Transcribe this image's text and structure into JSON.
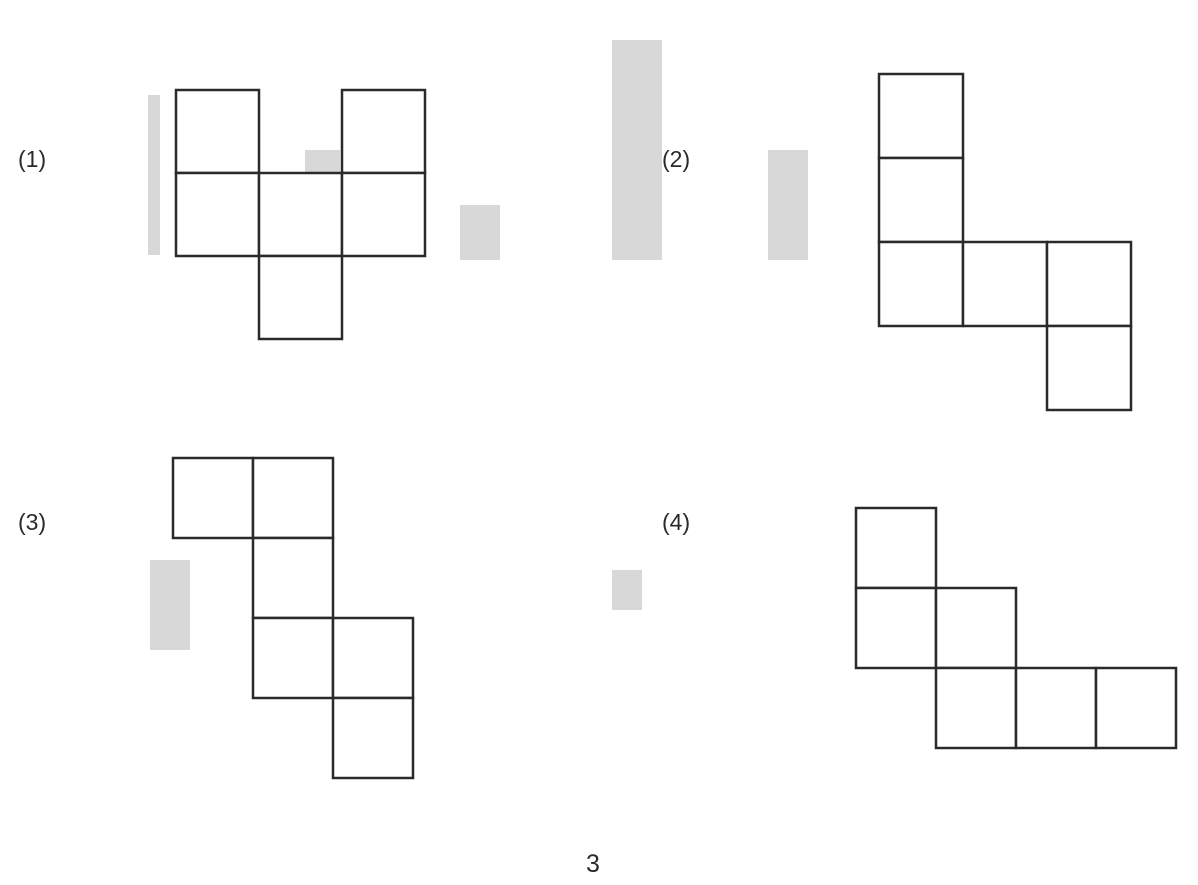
{
  "figures": [
    {
      "label": "(1)",
      "cells": [
        [
          0,
          0
        ],
        [
          2,
          0
        ],
        [
          0,
          1
        ],
        [
          1,
          1
        ],
        [
          2,
          1
        ],
        [
          1,
          2
        ]
      ]
    },
    {
      "label": "(2)",
      "cells": [
        [
          0,
          0
        ],
        [
          0,
          1
        ],
        [
          0,
          2
        ],
        [
          1,
          2
        ],
        [
          2,
          2
        ],
        [
          2,
          3
        ]
      ]
    },
    {
      "label": "(3)",
      "cells": [
        [
          0,
          0
        ],
        [
          1,
          0
        ],
        [
          1,
          1
        ],
        [
          1,
          2
        ],
        [
          2,
          2
        ],
        [
          2,
          3
        ]
      ]
    },
    {
      "label": "(4)",
      "cells": [
        [
          0,
          0
        ],
        [
          0,
          1
        ],
        [
          1,
          1
        ],
        [
          1,
          2
        ],
        [
          2,
          2
        ],
        [
          3,
          2
        ]
      ]
    }
  ],
  "page_number": "3",
  "colors": {
    "ink": "#2a2a2a",
    "background": "#ffffff"
  }
}
